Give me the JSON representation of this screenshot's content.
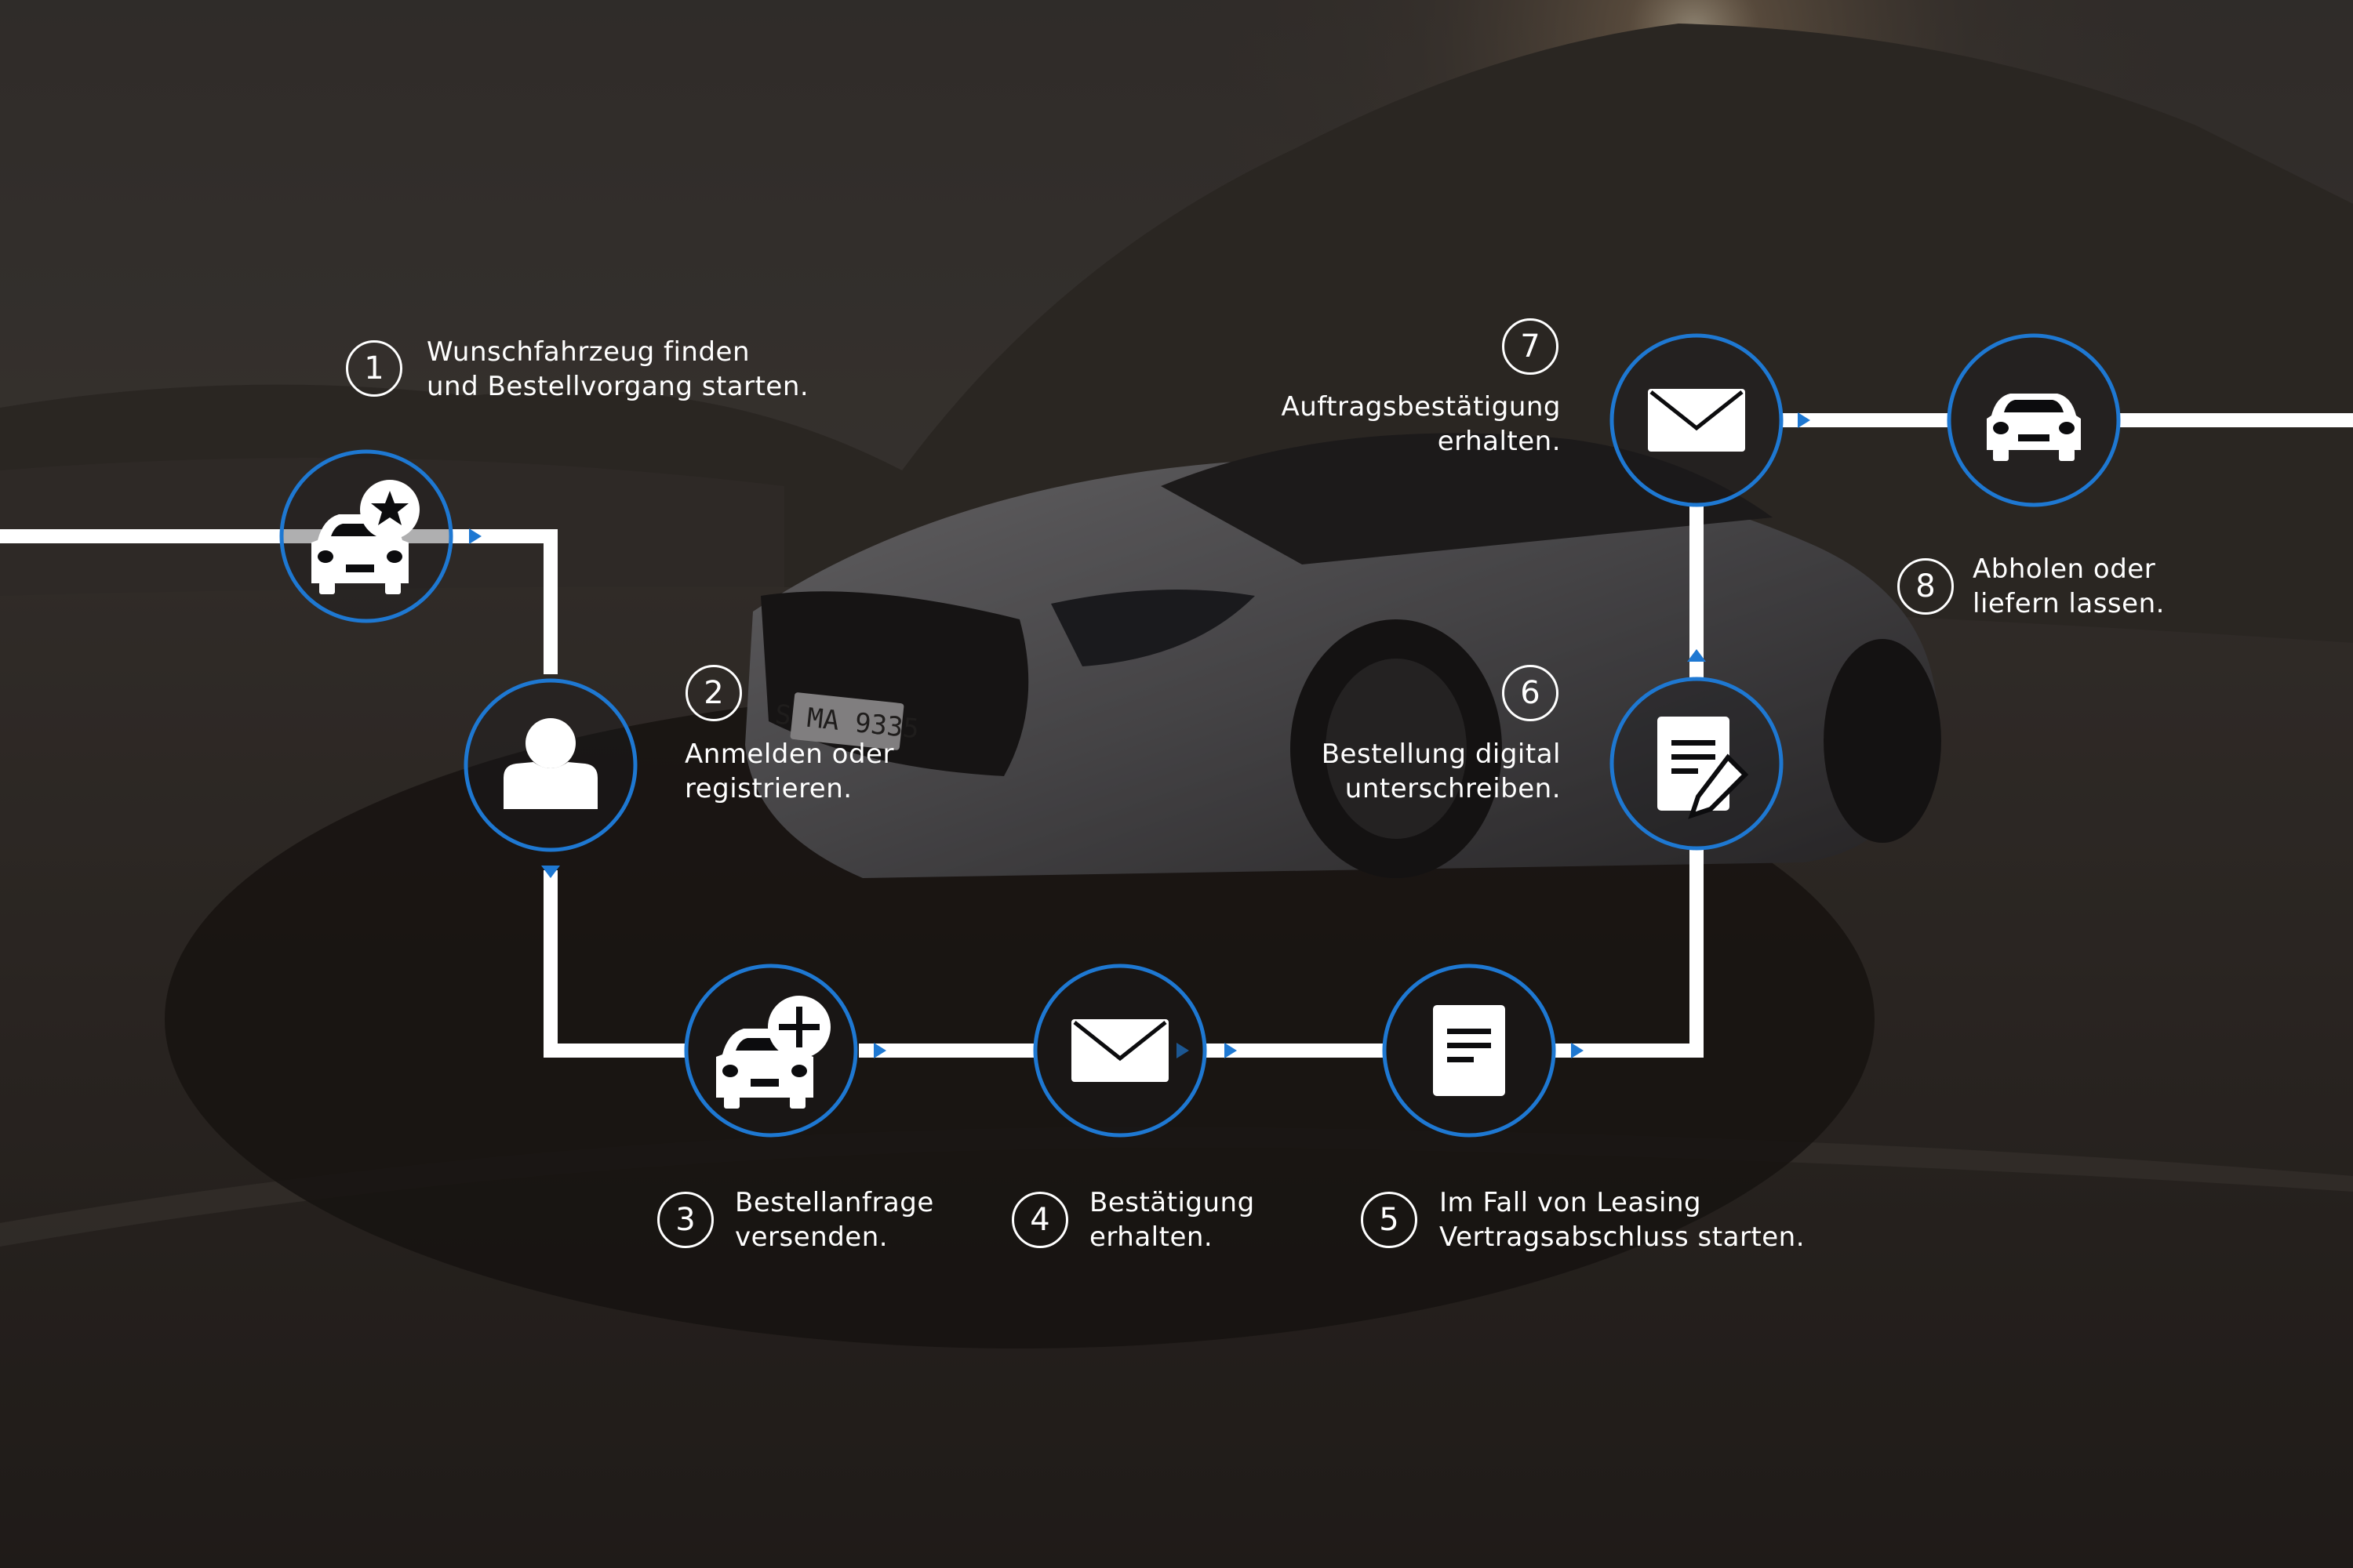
{
  "colors": {
    "accent": "#1e78d2",
    "path": "#ffffff",
    "icon_fill": "#000000",
    "overlay": "#231f1c"
  },
  "steps": [
    {
      "number": "1",
      "lines": [
        "Wunschfahrzeug finden",
        "und Bestellvorgang starten."
      ],
      "icon": "car-star-icon"
    },
    {
      "number": "2",
      "lines": [
        "Anmelden oder",
        "registrieren."
      ],
      "icon": "user-icon"
    },
    {
      "number": "3",
      "lines": [
        "Bestellanfrage",
        "versenden."
      ],
      "icon": "car-plus-icon"
    },
    {
      "number": "4",
      "lines": [
        "Bestätigung",
        "erhalten."
      ],
      "icon": "envelope-icon"
    },
    {
      "number": "5",
      "lines": [
        "Im Fall von Leasing",
        "Vertragsabschluss starten."
      ],
      "icon": "document-icon"
    },
    {
      "number": "6",
      "lines": [
        "Bestellung digital",
        "unterschreiben."
      ],
      "icon": "document-sign-icon"
    },
    {
      "number": "7",
      "lines": [
        "Auftragsbestätigung",
        "erhalten."
      ],
      "icon": "envelope-icon"
    },
    {
      "number": "8",
      "lines": [
        "Abholen oder",
        "liefern lassen."
      ],
      "icon": "car-icon"
    }
  ],
  "background": {
    "license_plate": "S MA 9335"
  }
}
